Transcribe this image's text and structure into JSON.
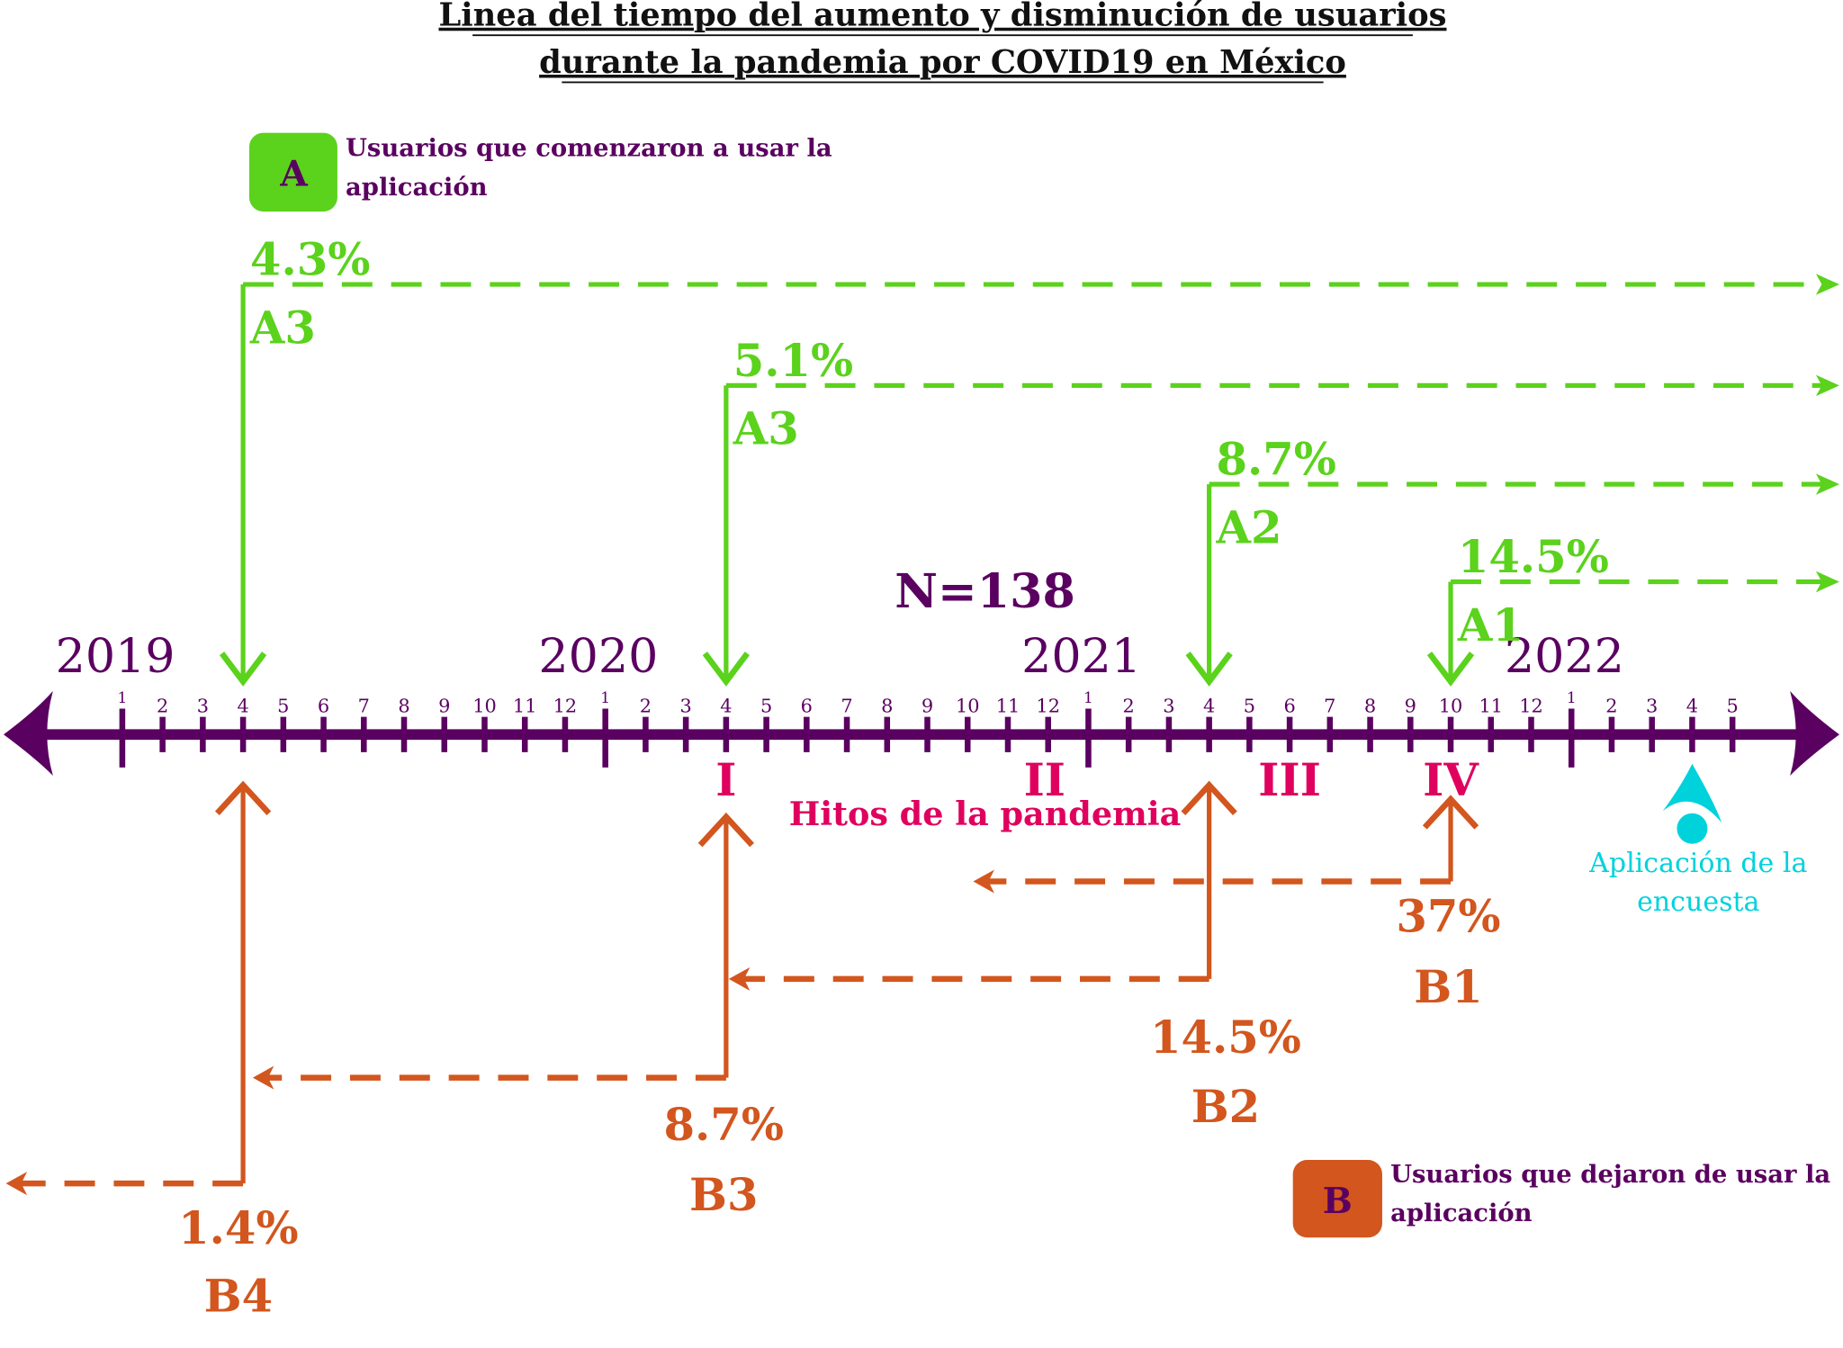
{
  "title": {
    "line1": "Linea del tiempo del aumento y disminución de usuarios",
    "line2": "durante la pandemia por COVID19 en México"
  },
  "colors": {
    "axis": "#5a0060",
    "gain": "#5bd21c",
    "loss": "#d2561e",
    "milestone": "#e0005e",
    "survey": "#00d2dc"
  },
  "legend": {
    "a": {
      "badge": "A",
      "line1": "Usuarios que comenzaron a usar la",
      "line2": "aplicación"
    },
    "b": {
      "badge": "B",
      "line1": "Usuarios que dejaron de usar la",
      "line2": "aplicación"
    }
  },
  "sample": "N=138",
  "years": [
    "2019",
    "2020",
    "2021",
    "2022"
  ],
  "months_per_year": [
    12,
    12,
    12,
    5
  ],
  "gains": [
    {
      "label": "A3",
      "pct": "4.3%",
      "year": 2019,
      "month": 4
    },
    {
      "label": "A3",
      "pct": "5.1%",
      "year": 2020,
      "month": 4
    },
    {
      "label": "A2",
      "pct": "8.7%",
      "year": 2021,
      "month": 4
    },
    {
      "label": "A1",
      "pct": "14.5%",
      "year": 2021,
      "month": 10
    }
  ],
  "losses": [
    {
      "label": "B4",
      "pct": "1.4%",
      "year": 2019,
      "month": 4
    },
    {
      "label": "B3",
      "pct": "8.7%",
      "year": 2020,
      "month": 4
    },
    {
      "label": "B2",
      "pct": "14.5%",
      "year": 2021,
      "month": 4
    },
    {
      "label": "B1",
      "pct": "37%",
      "year": 2021,
      "month": 10
    }
  ],
  "milestones": {
    "caption": "Hitos de la pandemia",
    "items": [
      {
        "label": "I",
        "year": 2020,
        "month": 4
      },
      {
        "label": "II",
        "year": 2020,
        "month": 12
      },
      {
        "label": "III",
        "year": 2021,
        "month": 6
      },
      {
        "label": "IV",
        "year": 2021,
        "month": 10
      }
    ]
  },
  "survey": {
    "line1": "Aplicación de la",
    "line2": "encuesta",
    "year": 2022,
    "month": 4
  }
}
